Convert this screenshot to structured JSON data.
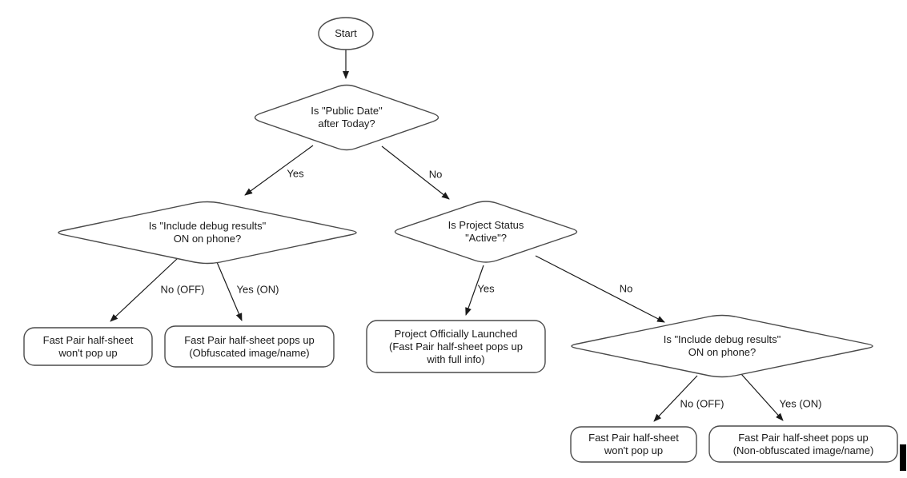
{
  "canvas": {
    "background": "#ffffff",
    "shape_stroke_color": "#4a4a4a",
    "arrow_color": "#1a1a1a",
    "text_color": "#1a1a1a"
  },
  "nodes": {
    "start": "Start",
    "decision_public_date": "Is \"Public Date\"\nafter Today?",
    "decision_debug_left": "Is \"Include debug results\"\nON on phone?",
    "decision_project_status": "Is Project Status\n\"Active\"?",
    "decision_debug_right": "Is \"Include debug results\"\nON on phone?",
    "outcome_no_popup_left": "Fast Pair half-sheet\nwon't pop up",
    "outcome_obfuscated": "Fast Pair half-sheet pops up\n(Obfuscated image/name)",
    "outcome_launched": "Project Officially Launched\n(Fast Pair half-sheet pops up\nwith full info)",
    "outcome_no_popup_right": "Fast Pair half-sheet\nwon't pop up",
    "outcome_non_obfuscated": "Fast Pair half-sheet pops up\n(Non-obfuscated image/name)"
  },
  "edge_labels": {
    "public_date_yes": "Yes",
    "public_date_no": "No",
    "debug_left_no": "No (OFF)",
    "debug_left_yes": "Yes (ON)",
    "project_status_yes": "Yes",
    "project_status_no": "No",
    "debug_right_no": "No (OFF)",
    "debug_right_yes": "Yes (ON)"
  }
}
